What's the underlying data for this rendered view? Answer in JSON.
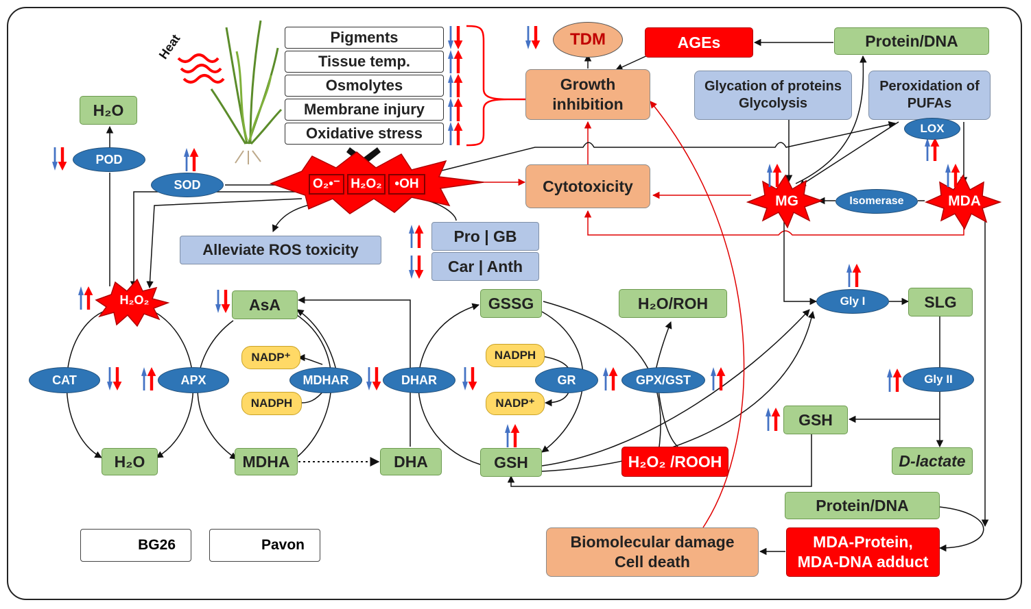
{
  "stress": {
    "heat_label": "Heat",
    "traits": [
      "Pigments",
      "Tissue temp.",
      "Osmolytes",
      "Membrane injury",
      "Oxidative stress"
    ]
  },
  "growth": {
    "tdm": "TDM",
    "growth_inhibition": "Growth inhibition",
    "cytotoxicity": "Cytotoxicity",
    "ages": "AGEs",
    "protein_dna_top": "Protein/DNA",
    "glycation": "Glycation of proteins Glycolysis",
    "peroxidation": "Peroxidation of PUFAs"
  },
  "ros": {
    "superoxide": "O₂•⁻",
    "h2o2": "H₂O₂",
    "hydroxyl": "•OH",
    "alleviate": "Alleviate ROS toxicity",
    "pro_gb": "Pro | GB",
    "car_anth": "Car | Anth"
  },
  "enzymes": {
    "pod": "POD",
    "sod": "SOD",
    "cat": "CAT",
    "apx": "APX",
    "mdhar": "MDHAR",
    "dhar": "DHAR",
    "gr": "GR",
    "gpx_gst": "GPX/GST",
    "lox": "LOX",
    "isomerase": "Isomerase",
    "gly1": "Gly I",
    "gly2": "Gly II"
  },
  "metabolites": {
    "h2o_top": "H₂O",
    "h2o2_burst": "H₂O₂",
    "h2o_bottom": "H₂O",
    "asa": "AsA",
    "mdha": "MDHA",
    "dha": "DHA",
    "gssg": "GSSG",
    "gsh": "GSH",
    "h2o_roh": "H₂O/ROH",
    "h2o2_rooh": "H₂O₂ /ROOH",
    "nadp_plus_1": "NADP⁺",
    "nadph_1": "NADPH",
    "nadph_2": "NADPH",
    "nadp_plus_2": "NADP⁺",
    "mg": "MG",
    "mda": "MDA",
    "slg": "SLG",
    "gsh_right": "GSH",
    "d_lactate": "D-lactate",
    "protein_dna_bottom": "Protein/DNA",
    "mda_adduct": "MDA-Protein, MDA-DNA adduct",
    "biomolecular_damage": "Biomolecular damage Cell death"
  },
  "legend": {
    "bg26": "BG26",
    "pavon": "Pavon"
  },
  "colors": {
    "bg26": "#4472c4",
    "pavon": "#ff0000",
    "green": "#a9d18e",
    "orange": "#f4b183",
    "light_blue": "#b4c7e7",
    "enzyme": "#2e75b6",
    "cofactor": "#ffd966"
  }
}
